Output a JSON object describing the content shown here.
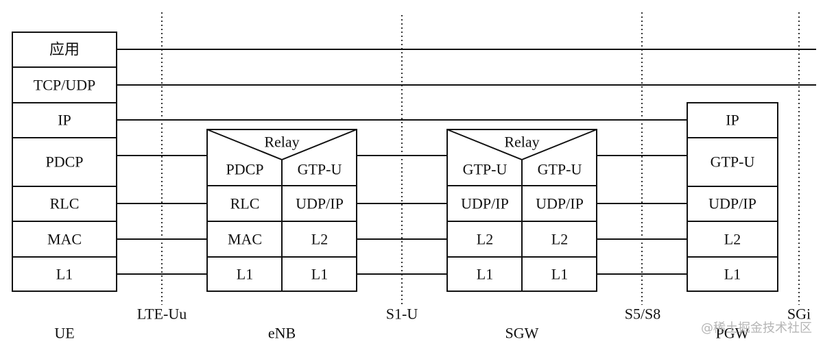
{
  "nodes": {
    "ue": {
      "label": "UE",
      "layers": [
        "应用",
        "TCP/UDP",
        "IP",
        "PDCP",
        "RLC",
        "MAC",
        "L1"
      ]
    },
    "enb": {
      "label": "eNB",
      "relay": "Relay",
      "left": [
        "PDCP",
        "RLC",
        "MAC",
        "L1"
      ],
      "right": [
        "GTP-U",
        "UDP/IP",
        "L2",
        "L1"
      ]
    },
    "sgw": {
      "label": "SGW",
      "relay": "Relay",
      "left": [
        "GTP-U",
        "UDP/IP",
        "L2",
        "L1"
      ],
      "right": [
        "GTP-U",
        "UDP/IP",
        "L2",
        "L1"
      ]
    },
    "pgw": {
      "label": "PGW",
      "layers": [
        "IP",
        "GTP-U",
        "UDP/IP",
        "L2",
        "L1"
      ]
    }
  },
  "interfaces": [
    "LTE-Uu",
    "S1-U",
    "S5/S8",
    "SGi"
  ],
  "watermark": "@稀土掘金技术社区"
}
